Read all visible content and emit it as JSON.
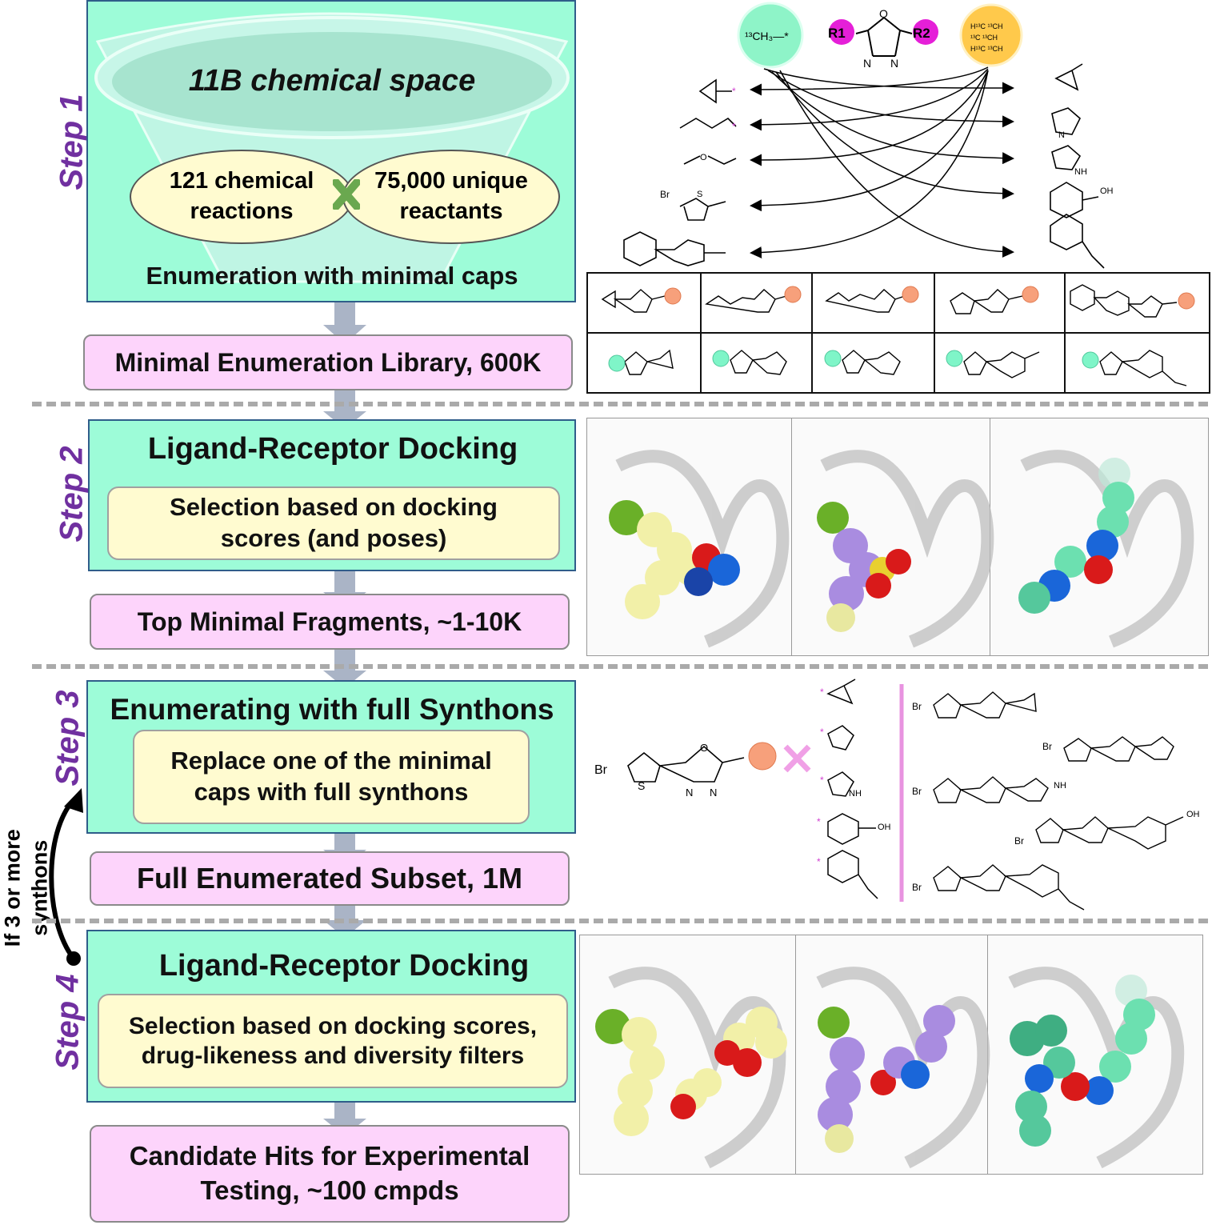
{
  "steps": {
    "step1": "Step 1",
    "step2": "Step 2",
    "step3": "Step 3",
    "step4": "Step 4"
  },
  "step1_box": {
    "space": "11B chemical space",
    "reactions": "121 chemical reactions",
    "reactants": "75,000 unique reactants",
    "enumeration": "Enumeration with minimal caps"
  },
  "library": "Minimal Enumeration Library, 600K",
  "step2_box": {
    "title": "Ligand-Receptor Docking",
    "selection": "Selection based on docking scores (and poses)"
  },
  "top_fragments": "Top Minimal Fragments,  ~1-10K",
  "step3_box": {
    "title": "Enumerating with full Synthons",
    "replace": "Replace one of the minimal caps with full synthons"
  },
  "full_subset": "Full Enumerated Subset, 1M",
  "loop_label": "If 3 or more synthons",
  "step4_box": {
    "title": "Ligand-Receptor Docking",
    "selection": "Selection based on docking scores, drug-likeness and diversity filters"
  },
  "candidates": "Candidate Hits for Experimental Testing,  ~100 cmpds",
  "chem": {
    "r1": "R1",
    "r2": "R2",
    "methyl_cap": "13CH3",
    "br": "Br",
    "s": "S",
    "o": "O",
    "n": "N",
    "nh": "NH",
    "h": "H",
    "oh": "OH"
  },
  "colors": {
    "green_box": "#9dfcd8",
    "pink_box": "#fdd4fb",
    "yellow_box": "#fffbd0",
    "step_text": "#7030a0",
    "arrow": "#aab4c6"
  }
}
